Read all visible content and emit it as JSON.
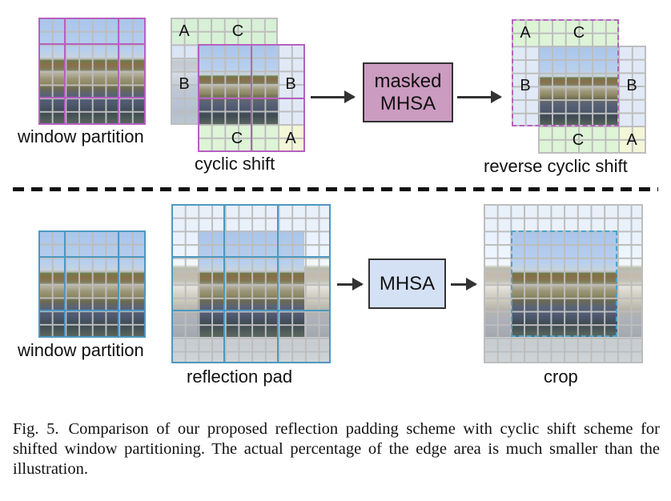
{
  "figure": {
    "top_row": {
      "window_partition_label": "window partition",
      "cyclic_shift_label": "cyclic shift",
      "masked_mhsa_label_line1": "masked",
      "masked_mhsa_label_line2": "MHSA",
      "reverse_cyclic_shift_label": "reverse cyclic shift",
      "region_letters": {
        "a": "A",
        "b": "B",
        "c": "C"
      }
    },
    "bottom_row": {
      "window_partition_label": "window partition",
      "reflection_pad_label": "reflection pad",
      "mhsa_label": "MHSA",
      "crop_label": "crop"
    },
    "colors": {
      "shift_window_border": "#b660c0",
      "reflection_window_border": "#4c98c0",
      "masked_mhsa_fill": "#cc9bc0",
      "mhsa_fill": "#d4e0f4",
      "shifted_region_green": "#d2f0c8",
      "shifted_region_yellow": "#f0f5cd"
    }
  },
  "caption": {
    "figure_number": "Fig. 5.",
    "text": "Comparison of our proposed reflection padding scheme with cyclic shift scheme for shifted window partitioning. The actual percentage of the edge area is much smaller than the illustration."
  }
}
